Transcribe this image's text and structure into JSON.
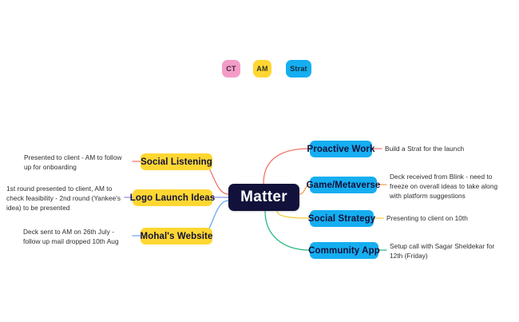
{
  "document": {
    "type": "mind-map",
    "background": "#ffffff"
  },
  "root": {
    "label": "Matter",
    "fill": "#11113b",
    "text_color": "#ffffff"
  },
  "tags": [
    {
      "label": "CT",
      "fill": "#f49cc8"
    },
    {
      "label": "AM",
      "fill": "#ffd732"
    },
    {
      "label": "Strat",
      "fill": "#15aef0"
    }
  ],
  "left_branches": [
    {
      "label": "Social Listening",
      "fill": "#ffd732",
      "edge_color": "#f2756a",
      "note": "Presented to client - AM to follow up for onboarding"
    },
    {
      "label": "Logo Launch Ideas",
      "fill": "#ffd732",
      "edge_color": "#8f8fe0",
      "note": "1st round presented to client, AM to check feasibility - 2nd round (Yankee's idea) to be presented"
    },
    {
      "label": "Mohal's Website",
      "fill": "#ffd732",
      "edge_color": "#6aa9f0",
      "note": "Deck sent to AM on 26th July - follow up mail dropped 10th Aug"
    }
  ],
  "right_branches": [
    {
      "label": "Proactive Work",
      "fill": "#15aef0",
      "edge_color": "#f2756a",
      "note": "Build a Strat for the launch"
    },
    {
      "label": "Game/Metaverse",
      "fill": "#15aef0",
      "edge_color": "#f0a04a",
      "note": "Deck received from Blink - need to freeze on overall ideas to take along with platform suggestions"
    },
    {
      "label": "Social Strategy",
      "fill": "#15aef0",
      "edge_color": "#f2cf3f",
      "note": "Presenting to client on 10th"
    },
    {
      "label": "Community App",
      "fill": "#15aef0",
      "edge_color": "#2cb67d",
      "note": "Setup call with Sagar Sheldekar for 12th (Friday)"
    }
  ]
}
